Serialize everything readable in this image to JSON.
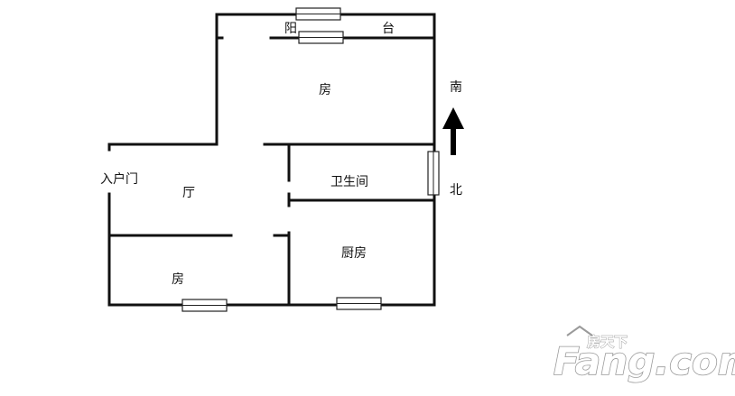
{
  "rooms": {
    "balcony_char1": "阳",
    "balcony_char2": "台",
    "bedroom_south": "房",
    "entrance_door": "入户门",
    "living_room": "厅",
    "bathroom": "卫生间",
    "bedroom_north": "房",
    "kitchen": "厨房"
  },
  "compass": {
    "south_label": "南",
    "north_label": "北",
    "arrow_icon": "up-arrow-icon"
  },
  "watermark": {
    "brand_small": "房天下",
    "brand_main": "Fang.com",
    "color": "#9a9a9a"
  }
}
